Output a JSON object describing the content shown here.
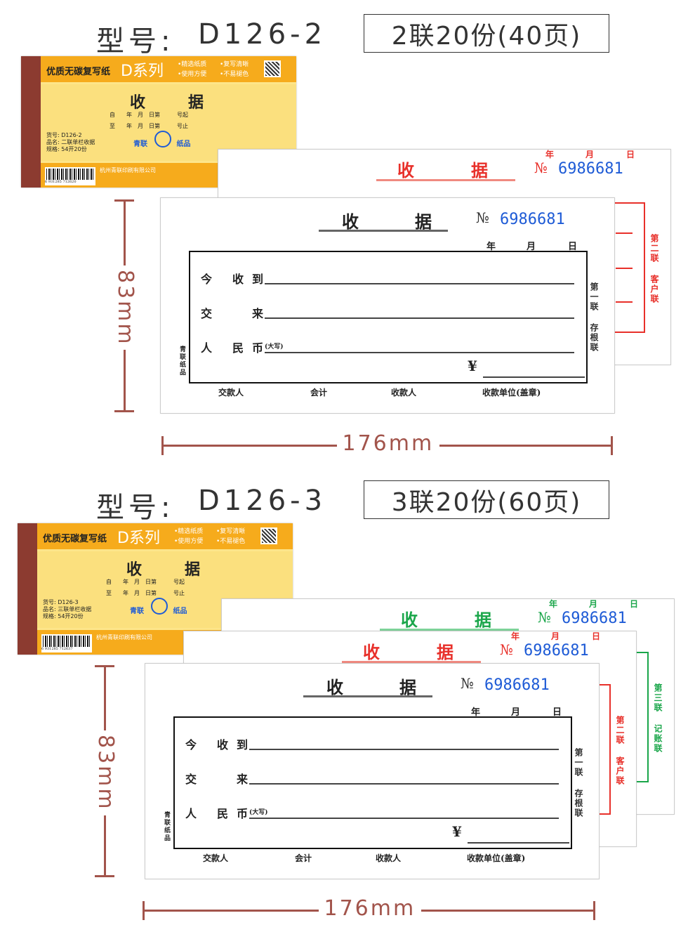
{
  "sections": [
    {
      "model_label": "型号:",
      "model": "D126-2",
      "spec": "2联20份(40页)",
      "height_dim": "83mm",
      "width_dim": "176mm",
      "cover": {
        "brand": "优质无碳复写纸",
        "series": "D系列",
        "features": [
          "•精选纸质",
          "•复写清晰",
          "•使用方便",
          "•不易褪色"
        ],
        "title_left": "收",
        "title_right": "据",
        "from_line": "自　　年　月　日第　　　号起",
        "to_line": "至　　年　月　日第　　　号止",
        "item_no": "货号: D126-2",
        "item_name": "品名: 二联单栏收据",
        "item_spec": "规格: 54开20份",
        "logo": "青联 纸品",
        "company": "杭州青联印刷有限公司",
        "barcode": "6 931285 712620"
      },
      "copies": [
        {
          "label": "第二联 客户联",
          "color": "#e8302a",
          "underline": "#f08a80"
        }
      ]
    },
    {
      "model_label": "型号:",
      "model": "D126-3",
      "spec": "3联20份(60页)",
      "height_dim": "83mm",
      "width_dim": "176mm",
      "cover": {
        "brand": "优质无碳复写纸",
        "series": "D系列",
        "features": [
          "•精选纸质",
          "•复写清晰",
          "•使用方便",
          "•不易褪色"
        ],
        "title_left": "收",
        "title_right": "据",
        "from_line": "自　　年　月　日第　　　号起",
        "to_line": "至　　年　月　日第　　　号止",
        "item_no": "货号: D126-3",
        "item_name": "品名: 三联单栏收据",
        "item_spec": "规格: 54开20份",
        "logo": "青联 纸品",
        "company": "杭州青联印刷有限公司",
        "barcode": "6 931285 712637"
      },
      "copies": [
        {
          "label": "第三联 记账联",
          "color": "#1aa64a",
          "underline": "#7fd39a"
        },
        {
          "label": "第二联 客户联",
          "color": "#e8302a",
          "underline": "#f08a80"
        }
      ]
    }
  ],
  "receipt": {
    "title_left": "收",
    "title_right": "据",
    "no_symbol": "№",
    "number": "6986681",
    "year": "年",
    "month": "月",
    "day": "日",
    "row1": [
      "今",
      "收",
      "到"
    ],
    "row2": [
      "交",
      "来"
    ],
    "row3": [
      "人",
      "民",
      "币"
    ],
    "daxie": "(大写)",
    "yen": "¥",
    "side_brand": "青联纸品",
    "first_copy": "第一联 存根联",
    "signers": [
      "交款人",
      "会计",
      "收款人",
      "收款单位(盖章)"
    ]
  }
}
